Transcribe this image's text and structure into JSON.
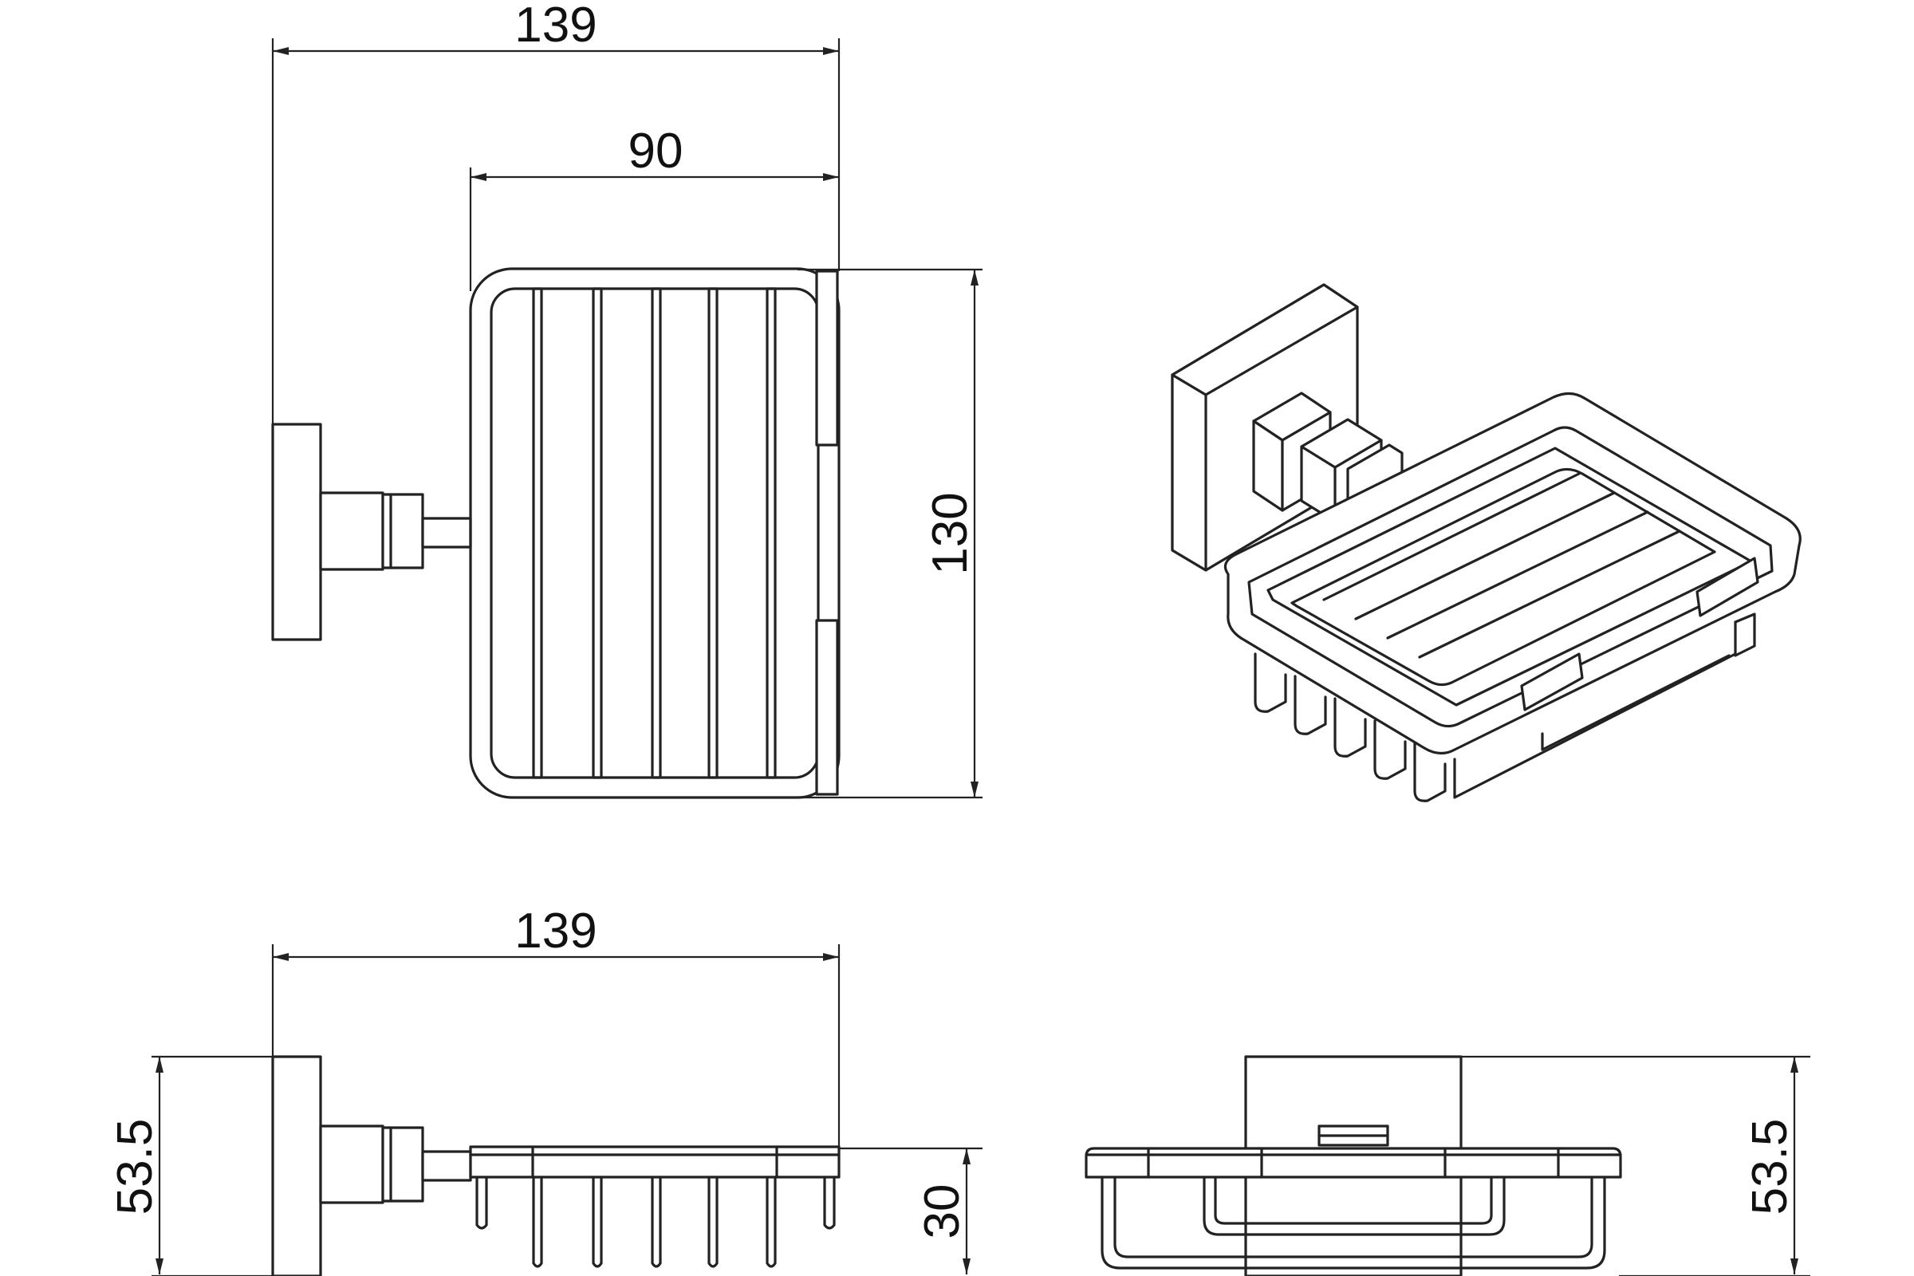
{
  "drawing": {
    "line_color": "#222222",
    "background": "#ffffff",
    "top_view": {
      "overall_width": "139",
      "basket_width": "90",
      "depth": "130"
    },
    "side_view": {
      "overall_width": "139",
      "height": "53.5",
      "basket_height": "30"
    },
    "front_view": {
      "height": "53.5"
    },
    "isometric_view": {}
  }
}
